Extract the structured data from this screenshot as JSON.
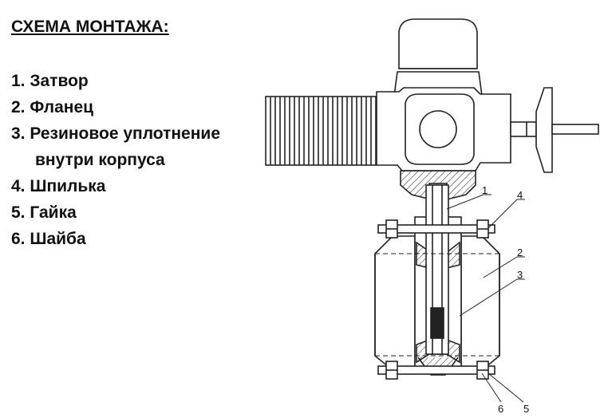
{
  "legend": {
    "title": "СХЕМА МОНТАЖА:",
    "items": [
      "1. Затвор",
      "2. Фланец",
      "3. Резиновое уплотнение",
      "внутри корпуса",
      "4. Шпилька",
      "5. Гайка",
      "6. Шайба"
    ]
  },
  "callouts": [
    "1",
    "4",
    "2",
    "3",
    "6",
    "5"
  ]
}
